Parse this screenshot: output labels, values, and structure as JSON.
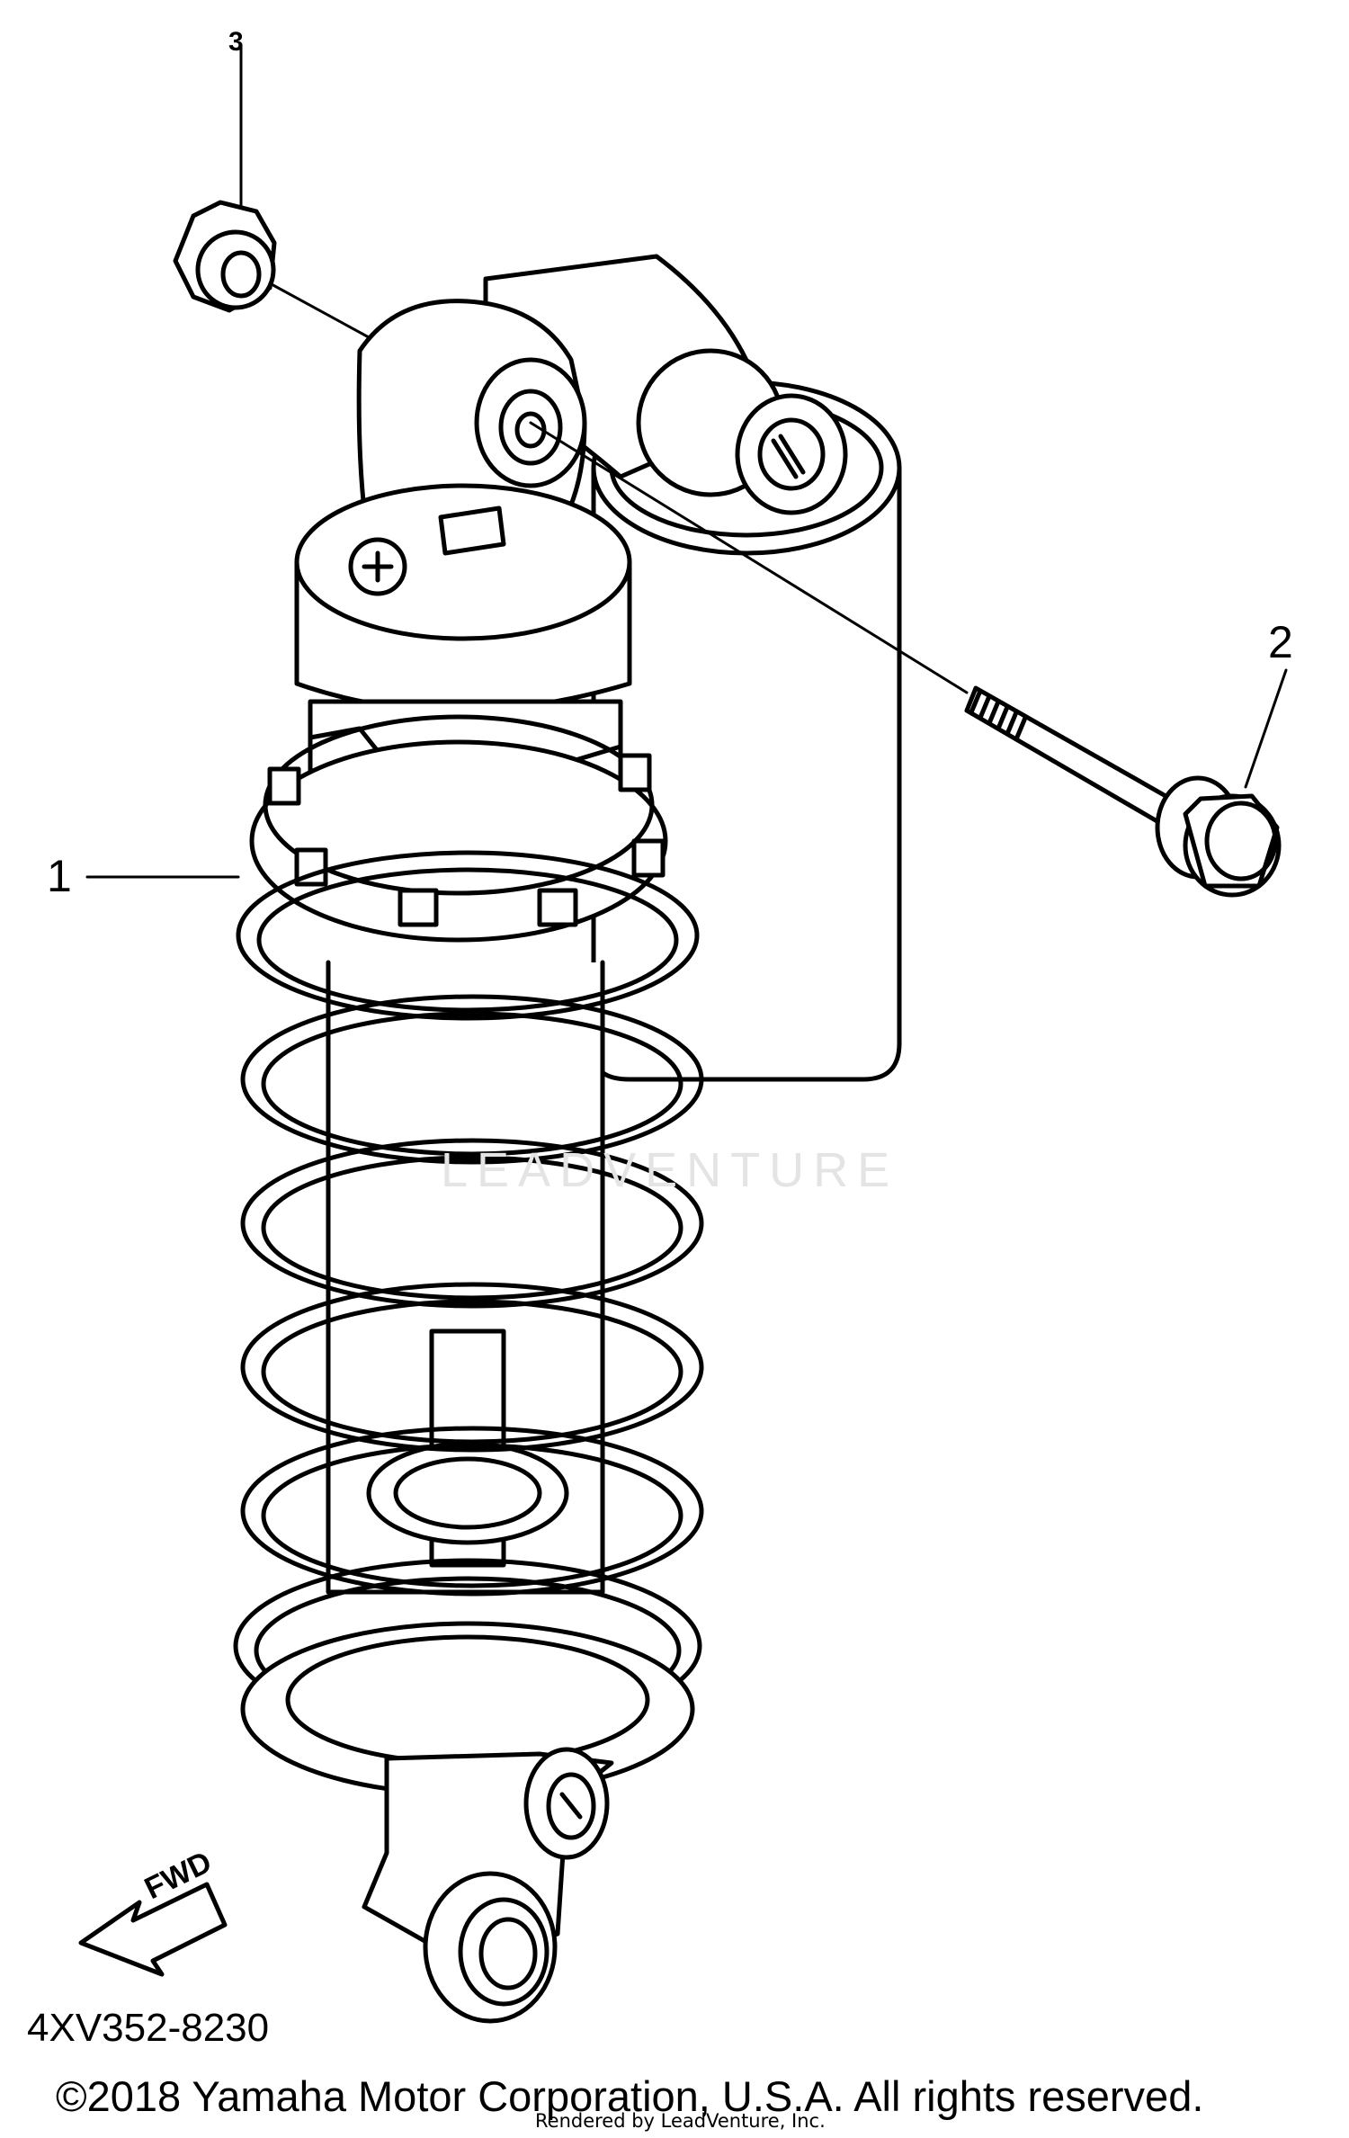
{
  "diagram": {
    "callouts": {
      "part1": "1",
      "part2": "2",
      "part3": "3"
    },
    "fwd_label": "FWD",
    "watermark": "LEADVENTURE",
    "part_code": "4XV352-8230",
    "copyright": "©2018 Yamaha Motor Corporation, U.S.A. All rights reserved.",
    "rendered_by": "Rendered by LeadVenture, Inc."
  }
}
